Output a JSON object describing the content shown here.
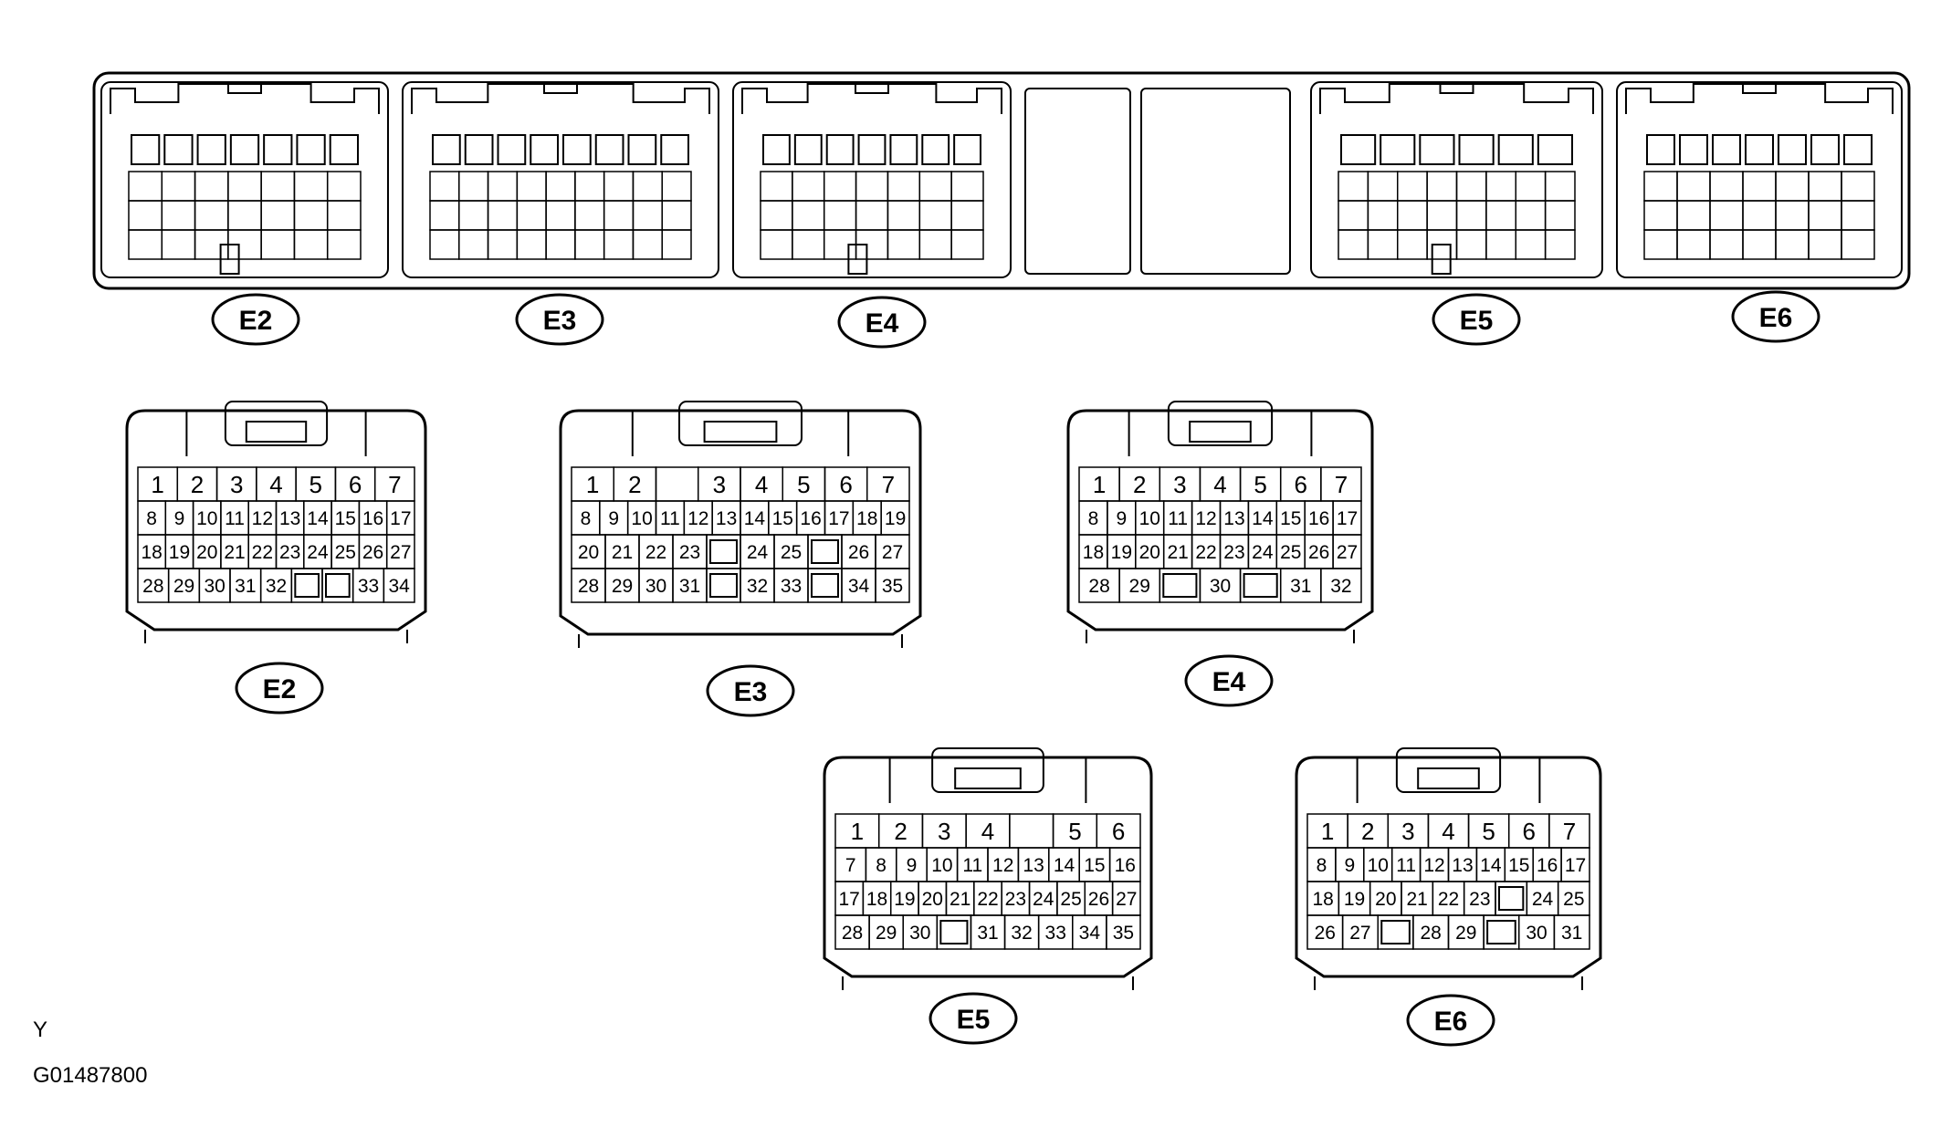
{
  "ecu_labels": [
    "E2",
    "E3",
    "E4",
    "E5",
    "E6"
  ],
  "connectors": {
    "E2": {
      "label": "E2",
      "rows": [
        [
          "1",
          "2",
          "3",
          "4",
          "5",
          "6",
          "7"
        ],
        [
          "8",
          "9",
          "10",
          "11",
          "12",
          "13",
          "14",
          "15",
          "16",
          "17"
        ],
        [
          "18",
          "19",
          "20",
          "21",
          "22",
          "23",
          "24",
          "25",
          "26",
          "27"
        ],
        [
          "28",
          "29",
          "30",
          "31",
          "32",
          "",
          "",
          "33",
          "34"
        ]
      ]
    },
    "E3": {
      "label": "E3",
      "rows": [
        [
          "1",
          "2",
          "",
          "3",
          "4",
          "5",
          "6",
          "7"
        ],
        [
          "8",
          "9",
          "10",
          "11",
          "12",
          "13",
          "14",
          "15",
          "16",
          "17",
          "18",
          "19"
        ],
        [
          "20",
          "21",
          "22",
          "23",
          "",
          "24",
          "25",
          "",
          "26",
          "27"
        ],
        [
          "28",
          "29",
          "30",
          "31",
          "",
          "32",
          "33",
          "",
          "34",
          "35"
        ]
      ]
    },
    "E4": {
      "label": "E4",
      "rows": [
        [
          "1",
          "2",
          "3",
          "4",
          "5",
          "6",
          "7"
        ],
        [
          "8",
          "9",
          "10",
          "11",
          "12",
          "13",
          "14",
          "15",
          "16",
          "17"
        ],
        [
          "18",
          "19",
          "20",
          "21",
          "22",
          "23",
          "24",
          "25",
          "26",
          "27"
        ],
        [
          "28",
          "29",
          "",
          "30",
          "",
          "31",
          "32"
        ]
      ]
    },
    "E5": {
      "label": "E5",
      "rows": [
        [
          "1",
          "2",
          "3",
          "4",
          "",
          "5",
          "6"
        ],
        [
          "7",
          "8",
          "9",
          "10",
          "11",
          "12",
          "13",
          "14",
          "15",
          "16"
        ],
        [
          "17",
          "18",
          "19",
          "20",
          "21",
          "22",
          "23",
          "24",
          "25",
          "26",
          "27"
        ],
        [
          "28",
          "29",
          "30",
          "",
          "31",
          "32",
          "33",
          "34",
          "35"
        ]
      ]
    },
    "E6": {
      "label": "E6",
      "rows": [
        [
          "1",
          "2",
          "3",
          "4",
          "5",
          "6",
          "7"
        ],
        [
          "8",
          "9",
          "10",
          "11",
          "12",
          "13",
          "14",
          "15",
          "16",
          "17"
        ],
        [
          "18",
          "19",
          "20",
          "21",
          "22",
          "23",
          "",
          "24",
          "25"
        ],
        [
          "26",
          "27",
          "",
          "28",
          "29",
          "",
          "30",
          "31"
        ]
      ]
    }
  },
  "footer": {
    "letter": "Y",
    "code": "G01487800"
  }
}
